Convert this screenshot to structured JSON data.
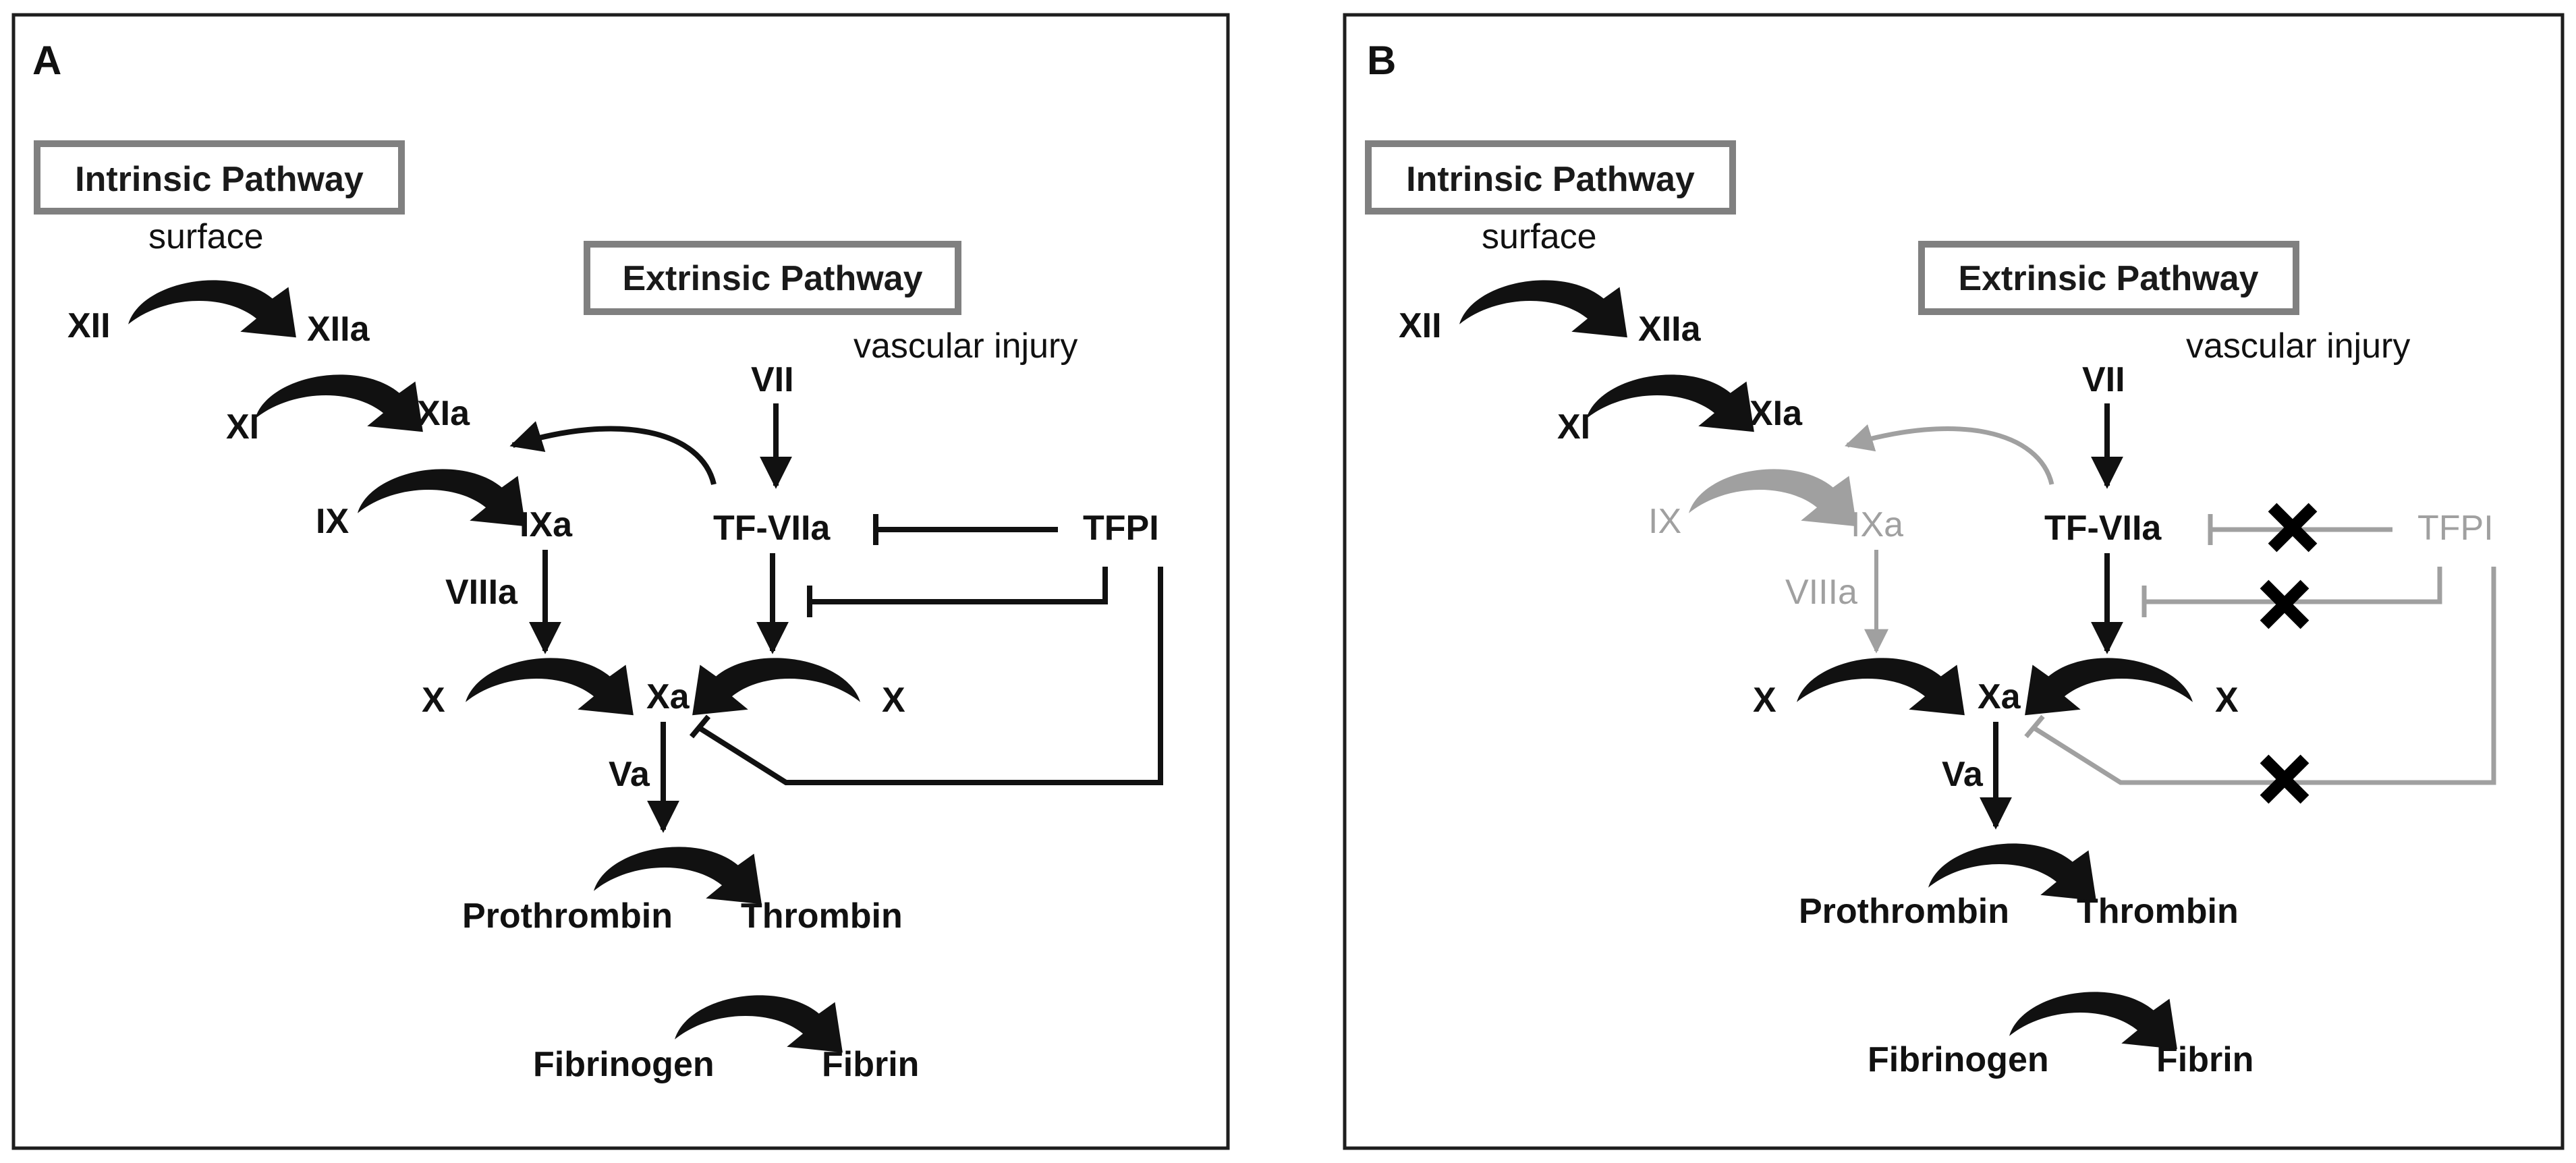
{
  "panels": [
    {
      "id": "A",
      "letter": "A",
      "intrinsic_title": "Intrinsic Pathway",
      "extrinsic_title": "Extrinsic Pathway",
      "surface": "surface",
      "vascular_injury": "vascular injury",
      "XII": "XII",
      "XIIa": "XIIa",
      "XI": "XI",
      "XIa": "XIa",
      "IX": "IX",
      "IXa": "IXa",
      "VII": "VII",
      "TF_VIIa": "TF-VIIa",
      "TFPI": "TFPI",
      "VIIIa": "VIIIa",
      "X_left": "X",
      "Xa": "Xa",
      "X_right": "X",
      "Va": "Va",
      "Prothrombin": "Prothrombin",
      "Thrombin": "Thrombin",
      "Fibrinogen": "Fibrinogen",
      "Fibrin": "Fibrin"
    },
    {
      "id": "B",
      "letter": "B",
      "intrinsic_title": "Intrinsic Pathway",
      "extrinsic_title": "Extrinsic Pathway",
      "surface": "surface",
      "vascular_injury": "vascular injury",
      "XII": "XII",
      "XIIa": "XIIa",
      "XI": "XI",
      "XIa": "XIa",
      "IX": "IX",
      "IXa": "IXa",
      "VII": "VII",
      "TF_VIIa": "TF-VIIa",
      "TFPI": "TFPI",
      "VIIIa": "VIIIa",
      "X_left": "X",
      "Xa": "Xa",
      "X_right": "X",
      "Va": "Va",
      "Prothrombin": "Prothrombin",
      "Thrombin": "Thrombin",
      "Fibrinogen": "Fibrinogen",
      "Fibrin": "Fibrin"
    }
  ],
  "colors": {
    "active": "#111111",
    "faded": "#a0a0a0",
    "box_border": "#808080",
    "block_mark": "#000000"
  }
}
